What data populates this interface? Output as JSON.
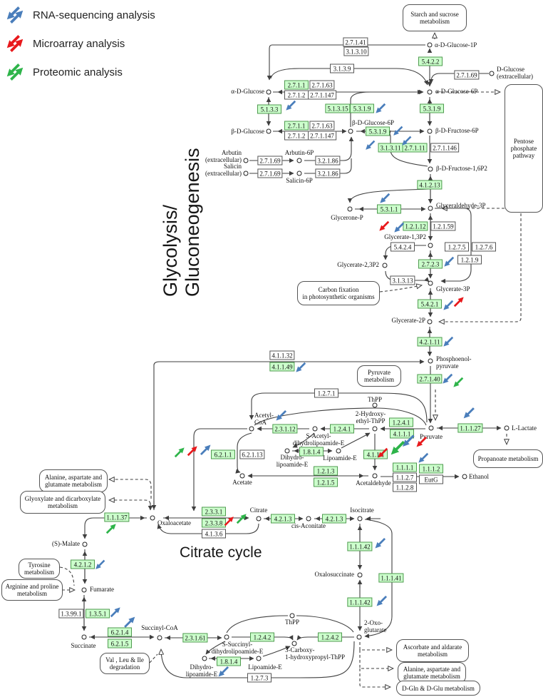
{
  "titles": {
    "vertical_title": "Glycolysis/ Gluconeogenesis",
    "citrate_title": "Citrate cycle"
  },
  "legend": {
    "items": [
      {
        "label": "RNA-sequencing analysis",
        "type": "rna",
        "icon": "double-diagonal-arrow-blue"
      },
      {
        "label": "Microarray analysis",
        "type": "microarray",
        "icon": "double-diagonal-arrow-red"
      },
      {
        "label": "Proteomic analysis",
        "type": "proteomic",
        "icon": "double-diagonal-arrow-green"
      }
    ]
  },
  "colors": {
    "rna_seq_blue": "#4a7ebb",
    "microarray_red": "#e8191c",
    "proteomic_green": "#2eb44a",
    "enzyme_highlight_fill": "#ccffcc",
    "enzyme_highlight_border": "#4f9a4f",
    "line_gray": "#3f3f3f",
    "box_border": "#555555"
  },
  "pathway_boxes": [
    {
      "label": "Starch and sucrose\nmetabolism"
    },
    {
      "label": "Pentose\nphosphate\npathway"
    },
    {
      "label": "Carbon fixation\nin photosynthetic organisms"
    },
    {
      "label": "Pyruvate\nmetabolism"
    },
    {
      "label": "Propanoate metabolism"
    },
    {
      "label": "Alanine, aspartate and\nglutamate metabolism"
    },
    {
      "label": "Glyoxylate and dicarboxylate\nmetabolism"
    },
    {
      "label": "Tyrosine\nmetabolism"
    },
    {
      "label": "Arginine and proline\nmetabolism"
    },
    {
      "label": "Val , Leu & Ile\ndegradation"
    },
    {
      "label": "Ascorbate and aldarate\nmetabolism"
    },
    {
      "label": "Alanine, aspartate and\nglutamate metabolism"
    },
    {
      "label": "D-Gln & D-Glu metabolism"
    }
  ],
  "metabolites": [
    {
      "label": "α-D-Glucose-1P"
    },
    {
      "label": "D-Glucose\n(extracellular)"
    },
    {
      "label": "α-D-Glucose"
    },
    {
      "label": "α-D-Glucose-6P"
    },
    {
      "label": "β-D-Glucose"
    },
    {
      "label": "β-D-Glucose-6P"
    },
    {
      "label": "β-D-Fructose-6P"
    },
    {
      "label": "Arbutin\n(extracellular)"
    },
    {
      "label": "Arbutin-6P"
    },
    {
      "label": "Salicin\n(extracellular)"
    },
    {
      "label": "Salicin-6P"
    },
    {
      "label": "β-D-Fructose-1,6P2"
    },
    {
      "label": "Glycerone-P"
    },
    {
      "label": "Glyceraldehyde-3P"
    },
    {
      "label": "Glycerate-1,3P2"
    },
    {
      "label": "Glycerate-2,3P2"
    },
    {
      "label": "Glycerate-3P"
    },
    {
      "label": "Glycerate-2P"
    },
    {
      "label": "Phosphoenol-\npyruvate"
    },
    {
      "label": "Pyruvate"
    },
    {
      "label": "L-Lactate"
    },
    {
      "label": "Acetyl-\nCoA"
    },
    {
      "label": "ThPP"
    },
    {
      "label": "2-Hydroxy-\nethyl-ThPP"
    },
    {
      "label": "S-Acetyl-\ndihydrolipoamide-E"
    },
    {
      "label": "Dihydro-\nlipoamide-E"
    },
    {
      "label": "Lipoamide-E"
    },
    {
      "label": "Acetate"
    },
    {
      "label": "Acetaldehyde"
    },
    {
      "label": "Ethanol"
    },
    {
      "label": "Oxaloacetate"
    },
    {
      "label": "(S)-Malate"
    },
    {
      "label": "Citrate"
    },
    {
      "label": "cis-Aconitate"
    },
    {
      "label": "Isocitrate"
    },
    {
      "label": "Oxalosuccinate"
    },
    {
      "label": "2-Oxo-\nglutarate"
    },
    {
      "label": "ThPP"
    },
    {
      "label": "3-Carboxy-\n1-hydroxypropyl-ThPP"
    },
    {
      "label": "S-Succinyl-\ndihydrolipoamide-E"
    },
    {
      "label": "Dihydro-\nlipoamide-E"
    },
    {
      "label": "Lipoamide-E"
    },
    {
      "label": "Succinyl-CoA"
    },
    {
      "label": "Succinate"
    },
    {
      "label": "Fumarate"
    }
  ],
  "enzymes": [
    {
      "label": "2.7.1.41",
      "hl": "0"
    },
    {
      "label": "3.1.3.10",
      "hl": "0"
    },
    {
      "label": "5.4.2.2",
      "hl": "1"
    },
    {
      "label": "3.1.3.9",
      "hl": "0"
    },
    {
      "label": "2.7.1.69",
      "hl": "0"
    },
    {
      "label": "2.7.1.1",
      "hl": "1"
    },
    {
      "label": "2.7.1.63",
      "hl": "0"
    },
    {
      "label": "2.7.1.2",
      "hl": "0"
    },
    {
      "label": "2.7.1.147",
      "hl": "0"
    },
    {
      "label": "5.1.3.3",
      "hl": "1"
    },
    {
      "label": "5.1.3.15",
      "hl": "1"
    },
    {
      "label": "5.3.1.9",
      "hl": "1"
    },
    {
      "label": "5.3.1.9",
      "hl": "1"
    },
    {
      "label": "2.7.1.1",
      "hl": "1"
    },
    {
      "label": "2.7.1.63",
      "hl": "0"
    },
    {
      "label": "2.7.1.2",
      "hl": "0"
    },
    {
      "label": "2.7.1.147",
      "hl": "0"
    },
    {
      "label": "5.3.1.9",
      "hl": "1"
    },
    {
      "label": "3.1.3.11",
      "hl": "1"
    },
    {
      "label": "2.7.1.11",
      "hl": "1"
    },
    {
      "label": "2.7.1.146",
      "hl": "0"
    },
    {
      "label": "2.7.1.69",
      "hl": "0"
    },
    {
      "label": "3.2.1.86",
      "hl": "0"
    },
    {
      "label": "2.7.1.69",
      "hl": "0"
    },
    {
      "label": "3.2.1.86",
      "hl": "0"
    },
    {
      "label": "4.1.2.13",
      "hl": "1"
    },
    {
      "label": "5.3.1.1",
      "hl": "1"
    },
    {
      "label": "1.2.1.12",
      "hl": "1"
    },
    {
      "label": "1.2.1.59",
      "hl": "0"
    },
    {
      "label": "5.4.2.4",
      "hl": "0"
    },
    {
      "label": "1.2.7.5",
      "hl": "0"
    },
    {
      "label": "1.2.7.6",
      "hl": "0"
    },
    {
      "label": "1.2.1.9",
      "hl": "0"
    },
    {
      "label": "2.7.2.3",
      "hl": "1"
    },
    {
      "label": "3.1.3.13",
      "hl": "0"
    },
    {
      "label": "5.4.2.1",
      "hl": "1"
    },
    {
      "label": "4.2.1.11",
      "hl": "1"
    },
    {
      "label": "4.1.1.32",
      "hl": "0"
    },
    {
      "label": "4.1.1.49",
      "hl": "1"
    },
    {
      "label": "2.7.1.40",
      "hl": "1"
    },
    {
      "label": "1.2.7.1",
      "hl": "0"
    },
    {
      "label": "2.3.1.12",
      "hl": "1"
    },
    {
      "label": "1.2.4.1",
      "hl": "1"
    },
    {
      "label": "1.2.4.1",
      "hl": "1"
    },
    {
      "label": "4.1.1.1",
      "hl": "1"
    },
    {
      "label": "6.2.1.1",
      "hl": "1"
    },
    {
      "label": "6.2.1.13",
      "hl": "0"
    },
    {
      "label": "1.8.1.4",
      "hl": "1"
    },
    {
      "label": "4.1.1.1",
      "hl": "1"
    },
    {
      "label": "1.2.1.3",
      "hl": "1"
    },
    {
      "label": "1.2.1.5",
      "hl": "1"
    },
    {
      "label": "1.1.1.1",
      "hl": "1"
    },
    {
      "label": "1.1.2.7",
      "hl": "0"
    },
    {
      "label": "1.1.2.8",
      "hl": "0"
    },
    {
      "label": "1.1.1.2",
      "hl": "1"
    },
    {
      "label": "EutG",
      "hl": "0"
    },
    {
      "label": "1.1.1.27",
      "hl": "1"
    },
    {
      "label": "1.1.1.37",
      "hl": "1"
    },
    {
      "label": "2.3.3.1",
      "hl": "1"
    },
    {
      "label": "2.3.3.8",
      "hl": "1"
    },
    {
      "label": "4.1.3.6",
      "hl": "0"
    },
    {
      "label": "4.2.1.3",
      "hl": "1"
    },
    {
      "label": "4.2.1.3",
      "hl": "1"
    },
    {
      "label": "1.1.1.42",
      "hl": "1"
    },
    {
      "label": "1.1.1.41",
      "hl": "1"
    },
    {
      "label": "1.1.1.42",
      "hl": "1"
    },
    {
      "label": "4.2.1.2",
      "hl": "1"
    },
    {
      "label": "1.3.99.1",
      "hl": "0"
    },
    {
      "label": "1.3.5.1",
      "hl": "1"
    },
    {
      "label": "6.2.1.4",
      "hl": "1"
    },
    {
      "label": "6.2.1.5",
      "hl": "1"
    },
    {
      "label": "2.3.1.61",
      "hl": "1"
    },
    {
      "label": "1.2.4.2",
      "hl": "1"
    },
    {
      "label": "1.2.4.2",
      "hl": "1"
    },
    {
      "label": "1.8.1.4",
      "hl": "1"
    },
    {
      "label": "1.2.7.3",
      "hl": "0"
    }
  ]
}
